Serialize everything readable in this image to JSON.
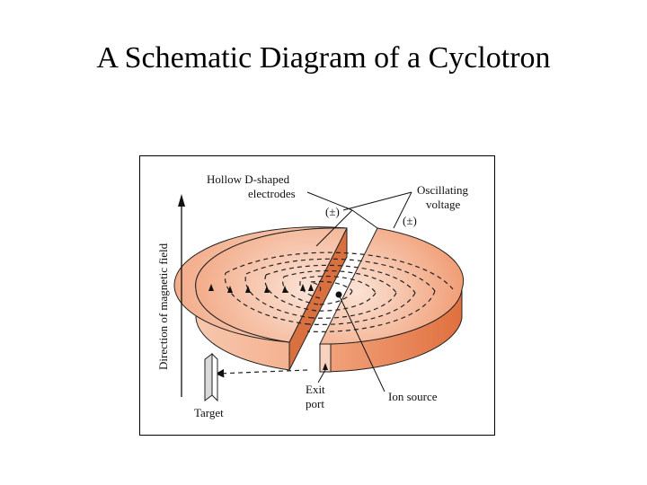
{
  "title": "A Schematic Diagram of a Cyclotron",
  "diagram": {
    "labels": {
      "electrodes_line1": "Hollow D-shaped",
      "electrodes_line2": "electrodes",
      "voltage_line1": "Oscillating",
      "voltage_line2": "voltage",
      "pm_left": "(±)",
      "pm_right": "(±)",
      "axis": "Direction of magnetic field",
      "target": "Target",
      "exit_line1": "Exit",
      "exit_line2": "port",
      "ion_source": "Ion source"
    },
    "colors": {
      "dee_top": "#f6c3aa",
      "dee_side": "#e8875a",
      "dee_side_dark": "#d9703f",
      "outline": "#222222"
    }
  }
}
